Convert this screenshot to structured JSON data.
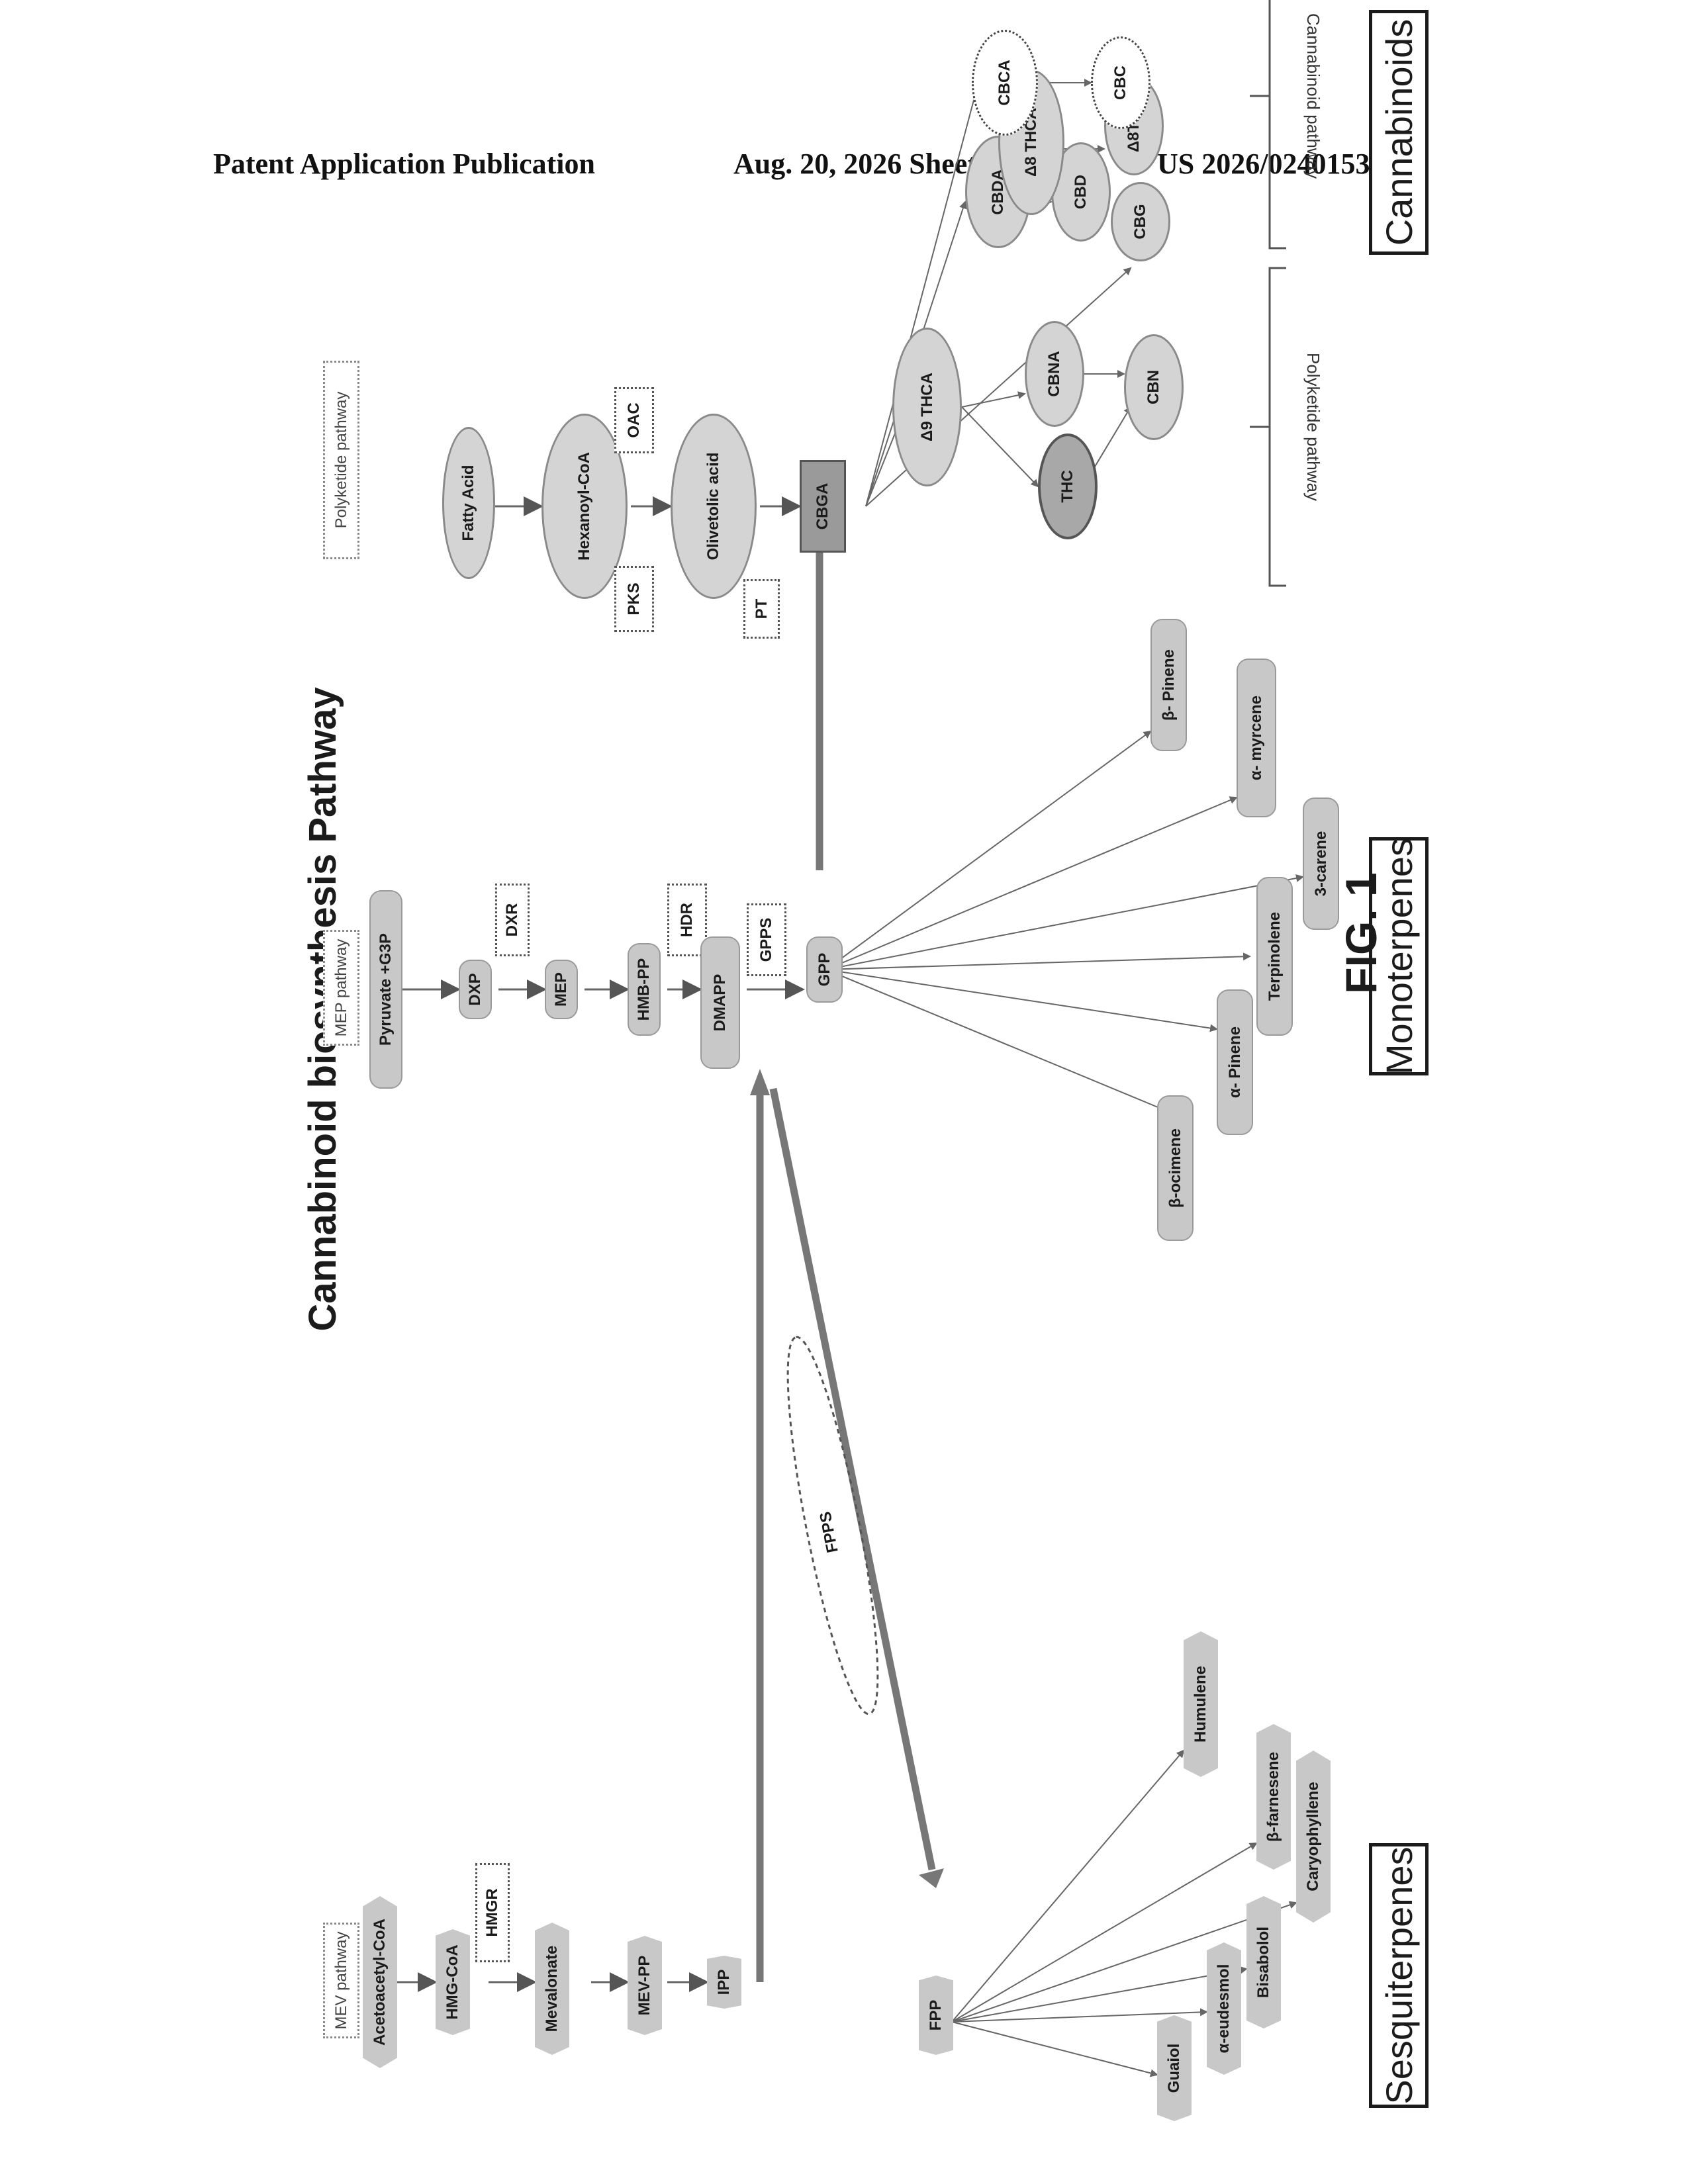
{
  "header": {
    "left": "Patent Application Publication",
    "middle": "Aug. 20, 2026  Sheet 1 of 44",
    "right": "US 2026/0240153 A1"
  },
  "diagram": {
    "title": "Cannabinoid biosynthesis Pathway",
    "figure_label": "FIG. 1",
    "pathway_labels": {
      "mev": "MEV pathway",
      "mep": "MEP pathway",
      "polyketide": "Polyketide pathway"
    },
    "mev_nodes": {
      "acetoacetyl_coa": "Acetoacetyl-CoA",
      "hmg_coa": "HMG-CoA",
      "mevalonate": "Mevalonate",
      "mev_pp": "MEV-PP",
      "ipp": "IPP",
      "hmgr": "HMGR"
    },
    "mep_nodes": {
      "pyruvate_g3p": "Pyruvate +G3P",
      "dxp": "DXP",
      "dxr": "DXR",
      "mep": "MEP",
      "hmb_pp": "HMB-PP",
      "hdr": "HDR",
      "dmapp": "DMAPP",
      "gpps": "GPPS",
      "gpp": "GPP"
    },
    "polyketide_nodes": {
      "fatty_acid": "Fatty Acid",
      "hexanoyl_coa": "Hexanoyl-CoA",
      "pks": "PKS",
      "oac": "OAC",
      "olivetolic_acid": "Olivetolic acid",
      "pt": "PT",
      "cbga": "CBGA"
    },
    "fpps": "FPPS",
    "fpp": "FPP",
    "cannabinoids": {
      "d9thca": "Δ9 THCA",
      "cbna": "CBNA",
      "thc": "THC",
      "cbn": "CBN",
      "cbg": "CBG",
      "cbda": "CBDA",
      "cbd": "CBD",
      "d8thca": "Δ8 THCA",
      "d8thc": "Δ8THC",
      "cbca": "CBCA",
      "cbc": "CBC"
    },
    "monoterpenes": {
      "b_ocimene": "β-ocimene",
      "a_pinene": "α- Pinene",
      "terpinolene": "Terpinolene",
      "carene": "3-carene",
      "myrcene": "α- myrcene",
      "b_pinene": "β- Pinene"
    },
    "sesquiterpenes": {
      "guaiol": "Guaiol",
      "eudesmol": "α-eudesmol",
      "bisabolol": "Bisabolol",
      "caryophyllene": "Caryophyllene",
      "farnesene": "β-farnesene",
      "humulene": "Humulene"
    },
    "bracket_labels": {
      "polyketide": "Polyketide pathway",
      "cannabinoid": "Cannabinoid pathway"
    },
    "categories": {
      "sesquiterpenes": "Sesquiterpenes",
      "monoterpenes": "Monoterpenes",
      "cannabinoids": "Cannabinoids"
    }
  }
}
